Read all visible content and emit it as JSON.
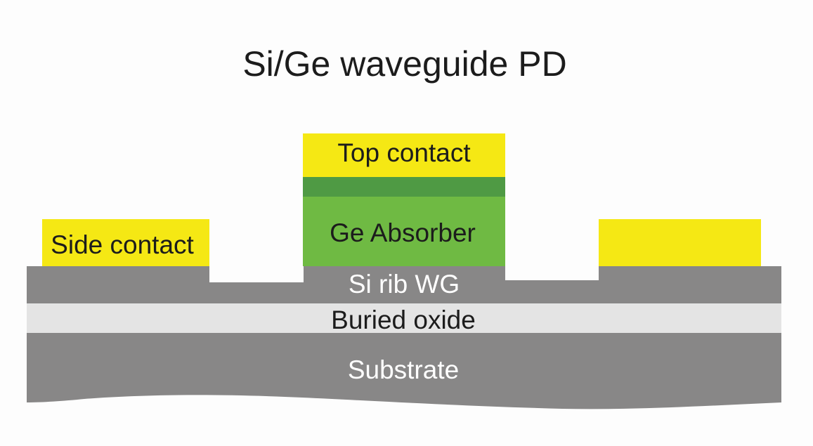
{
  "title": "Si/Ge waveguide PD",
  "layers": {
    "top_contact": {
      "label": "Top contact",
      "color": "#f5e814"
    },
    "p_layer": {
      "label": "",
      "color": "#4f9a44"
    },
    "ge_absorber": {
      "label": "Ge Absorber",
      "color": "#6fba43"
    },
    "si_rib_wg": {
      "label": "Si rib WG",
      "color": "#888787"
    },
    "buried_oxide": {
      "label": "Buried oxide",
      "color": "#e4e4e4"
    },
    "substrate": {
      "label": "Substrate",
      "color": "#888787"
    },
    "side_contact_left": {
      "label": "Side contact",
      "color": "#f5e814"
    },
    "side_contact_right": {
      "label": "",
      "color": "#f5e814"
    }
  }
}
